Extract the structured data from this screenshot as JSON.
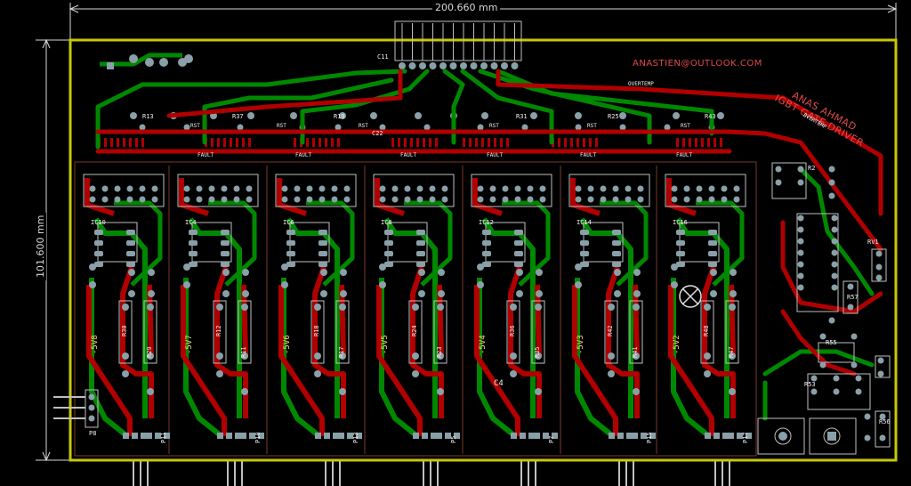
{
  "dimensions": {
    "width": "200.660 mm",
    "height": "101.600 mm"
  },
  "silkscreen": {
    "email": "ANASTIEN@OUTLOOK.COM",
    "author_line1": "ANAS AHMAD",
    "author_line2": "IGBT GATE DRIVER"
  },
  "nets": {
    "rst": "RST",
    "fault": "FAULT",
    "overtemp": "OVERTEMP"
  },
  "top_refs": [
    "C11",
    "R13",
    "R37",
    "R19",
    "C22",
    "R31",
    "R25",
    "R43",
    "R2"
  ],
  "channels": [
    {
      "ic": "IC10",
      "label": "-5V8",
      "r_a": "R30",
      "r_b": "R29",
      "conn": "P11"
    },
    {
      "ic": "IC4",
      "label": "-5V7",
      "r_a": "R12",
      "r_b": "R11",
      "conn": "P10"
    },
    {
      "ic": "IC6",
      "label": "-5V6",
      "r_a": "R18",
      "r_b": "R17",
      "conn": "P13"
    },
    {
      "ic": "IC8",
      "label": "-5V5",
      "r_a": "R24",
      "r_b": "R23",
      "conn": "P5"
    },
    {
      "ic": "IC12",
      "label": "-5V4",
      "r_a": "R36",
      "r_b": "R35",
      "conn": "P7"
    },
    {
      "ic": "IC14",
      "label": "-5V3",
      "r_a": "R42",
      "r_b": "R41",
      "conn": "P15"
    },
    {
      "ic": "IC16",
      "label": "-5V2",
      "r_a": "R48",
      "r_b": "R47",
      "conn": "P17"
    }
  ],
  "misc_refs": {
    "left_header": "P8",
    "cap": "C4",
    "pot": "RV1",
    "r_right_1": "R57",
    "r_right_2": "R55",
    "r_right_3": "R53",
    "r_right_4": "R56"
  },
  "colors": {
    "background": "#000000",
    "outline": "#c8c800",
    "front_copper": "#b00000",
    "back_copper": "#008800",
    "pad": "#8aa0a8",
    "silkscreen": "#e04a4a"
  }
}
